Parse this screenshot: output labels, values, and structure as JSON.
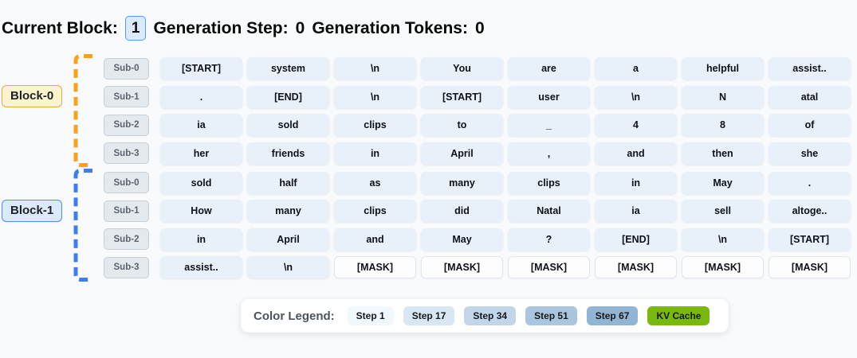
{
  "mask_token": "[MASK]",
  "header": {
    "current_block_label": "Current Block:",
    "current_block_value": "1",
    "generation_step_label": "Generation Step:",
    "generation_step_value": "0",
    "generation_tokens_label": "Generation Tokens:",
    "generation_tokens_value": "0"
  },
  "blocks": [
    {
      "label": "Block-0",
      "label_bg": "#fcf3cf",
      "label_border": "#e2aa3f",
      "bracket_color": "#f9a11b",
      "rows": [
        {
          "label": "Sub-0",
          "tokens": [
            "[START]",
            "system",
            "\\n",
            "You",
            "are",
            "a",
            "helpful",
            "assist.."
          ]
        },
        {
          "label": "Sub-1",
          "tokens": [
            ".",
            "[END]",
            "\\n",
            "[START]",
            "user",
            "\\n",
            "N",
            "atal"
          ]
        },
        {
          "label": "Sub-2",
          "tokens": [
            "ia",
            "sold",
            "clips",
            "to",
            "_",
            "4",
            "8",
            "of"
          ]
        },
        {
          "label": "Sub-3",
          "tokens": [
            "her",
            "friends",
            "in",
            "April",
            ",",
            "and",
            "then",
            "she"
          ]
        }
      ]
    },
    {
      "label": "Block-1",
      "label_bg": "#dceafd",
      "label_border": "#4d8bf5",
      "bracket_color": "#3e7df0",
      "rows": [
        {
          "label": "Sub-0",
          "tokens": [
            "sold",
            "half",
            "as",
            "many",
            "clips",
            "in",
            "May",
            "."
          ]
        },
        {
          "label": "Sub-1",
          "tokens": [
            "How",
            "many",
            "clips",
            "did",
            "Natal",
            "ia",
            "sell",
            "altoge.."
          ]
        },
        {
          "label": "Sub-2",
          "tokens": [
            "in",
            "April",
            "and",
            "May",
            "?",
            "[END]",
            "\\n",
            "[START]"
          ]
        },
        {
          "label": "Sub-3",
          "tokens": [
            "assist..",
            "\\n",
            "[MASK]",
            "[MASK]",
            "[MASK]",
            "[MASK]",
            "[MASK]",
            "[MASK]"
          ]
        }
      ]
    }
  ],
  "legend": {
    "title": "Color Legend:",
    "items": [
      {
        "label": "Step 1",
        "color": "#f0f7fd"
      },
      {
        "label": "Step 17",
        "color": "#d8e7f3"
      },
      {
        "label": "Step 34",
        "color": "#c1d6e8"
      },
      {
        "label": "Step 51",
        "color": "#a9c6de"
      },
      {
        "label": "Step 67",
        "color": "#92b5d3"
      },
      {
        "label": "KV Cache",
        "color": "#79b80e"
      }
    ]
  }
}
